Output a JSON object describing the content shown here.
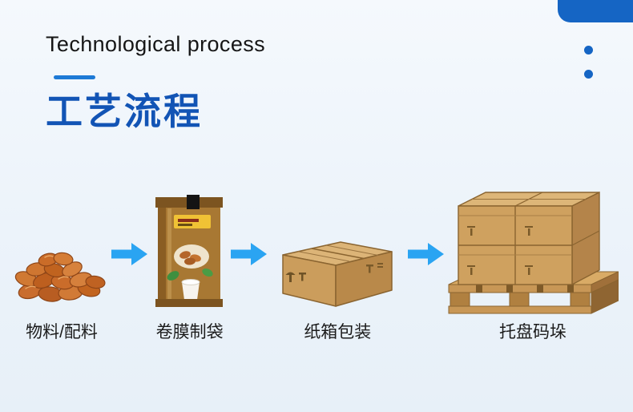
{
  "header": {
    "title_en": "Technological process",
    "title_zh": "工艺流程"
  },
  "colors": {
    "accent_blue": "#1565c4",
    "title_blue": "#1254b5",
    "arrow_blue": "#2aa4f2",
    "carton_tan": "#cb9d5c"
  },
  "flow": {
    "steps": [
      {
        "label": "物料/配料",
        "icon": "nuts-pile-illustration"
      },
      {
        "label": "卷膜制袋",
        "icon": "film-bag-illustration"
      },
      {
        "label": "纸箱包装",
        "icon": "carton-box-illustration"
      },
      {
        "label": "托盘码垛",
        "icon": "pallet-stack-illustration"
      }
    ]
  }
}
